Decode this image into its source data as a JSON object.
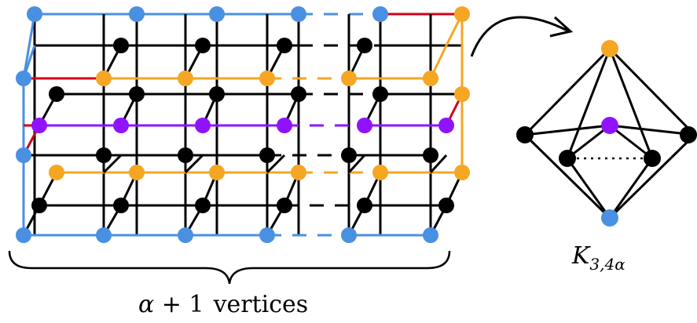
{
  "labels": {
    "graph_name": "K",
    "graph_subscript": "3,4α",
    "brace_alpha": "α",
    "brace_plus": " + 1",
    "brace_word": "vertices"
  },
  "colors": {
    "blue": "#4a90e2",
    "black": "#000000",
    "orange": "#f5a623",
    "purple": "#9013fe",
    "red": "#d0021b",
    "edge": "#000000"
  },
  "icons": {
    "arrow": "curved-arrow-icon",
    "brace": "curly-brace-icon"
  }
}
